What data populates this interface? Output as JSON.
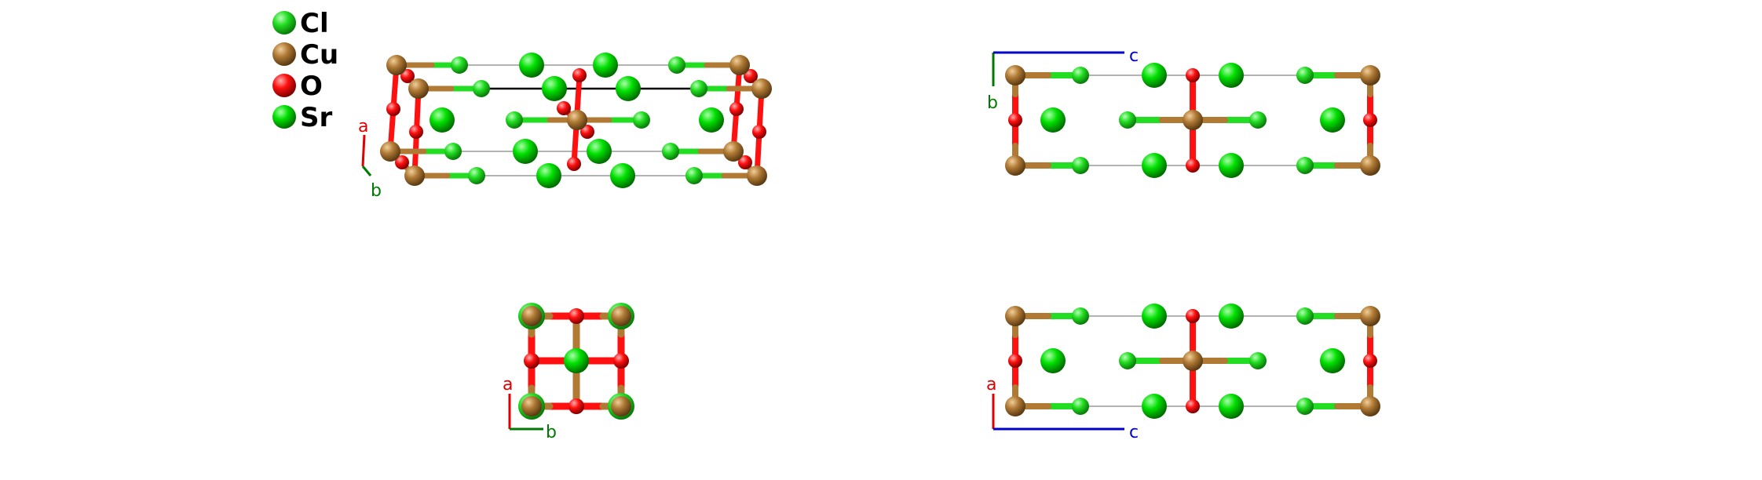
{
  "legend": [
    {
      "symbol": "Cl",
      "color": "#1fe01f"
    },
    {
      "symbol": "Cu",
      "color": "#b07a35"
    },
    {
      "symbol": "O",
      "color": "#ff0d0d"
    },
    {
      "symbol": "Sr",
      "color": "#00e600"
    }
  ],
  "colors": {
    "Cl": "#1fe01f",
    "Cu": "#b07a35",
    "O": "#ff0d0d",
    "Sr": "#00e600",
    "axis_a": "#e00000",
    "axis_b": "#007a00",
    "axis_c": "#0000cc",
    "cell": "#9a9a9a"
  },
  "views": [
    {
      "id": "perspective",
      "axes": [
        "a",
        "b"
      ]
    },
    {
      "id": "along-a",
      "axes": [
        "b",
        "c"
      ]
    },
    {
      "id": "along-c",
      "axes": [
        "a",
        "b"
      ]
    },
    {
      "id": "along-b",
      "axes": [
        "a",
        "c"
      ]
    }
  ]
}
